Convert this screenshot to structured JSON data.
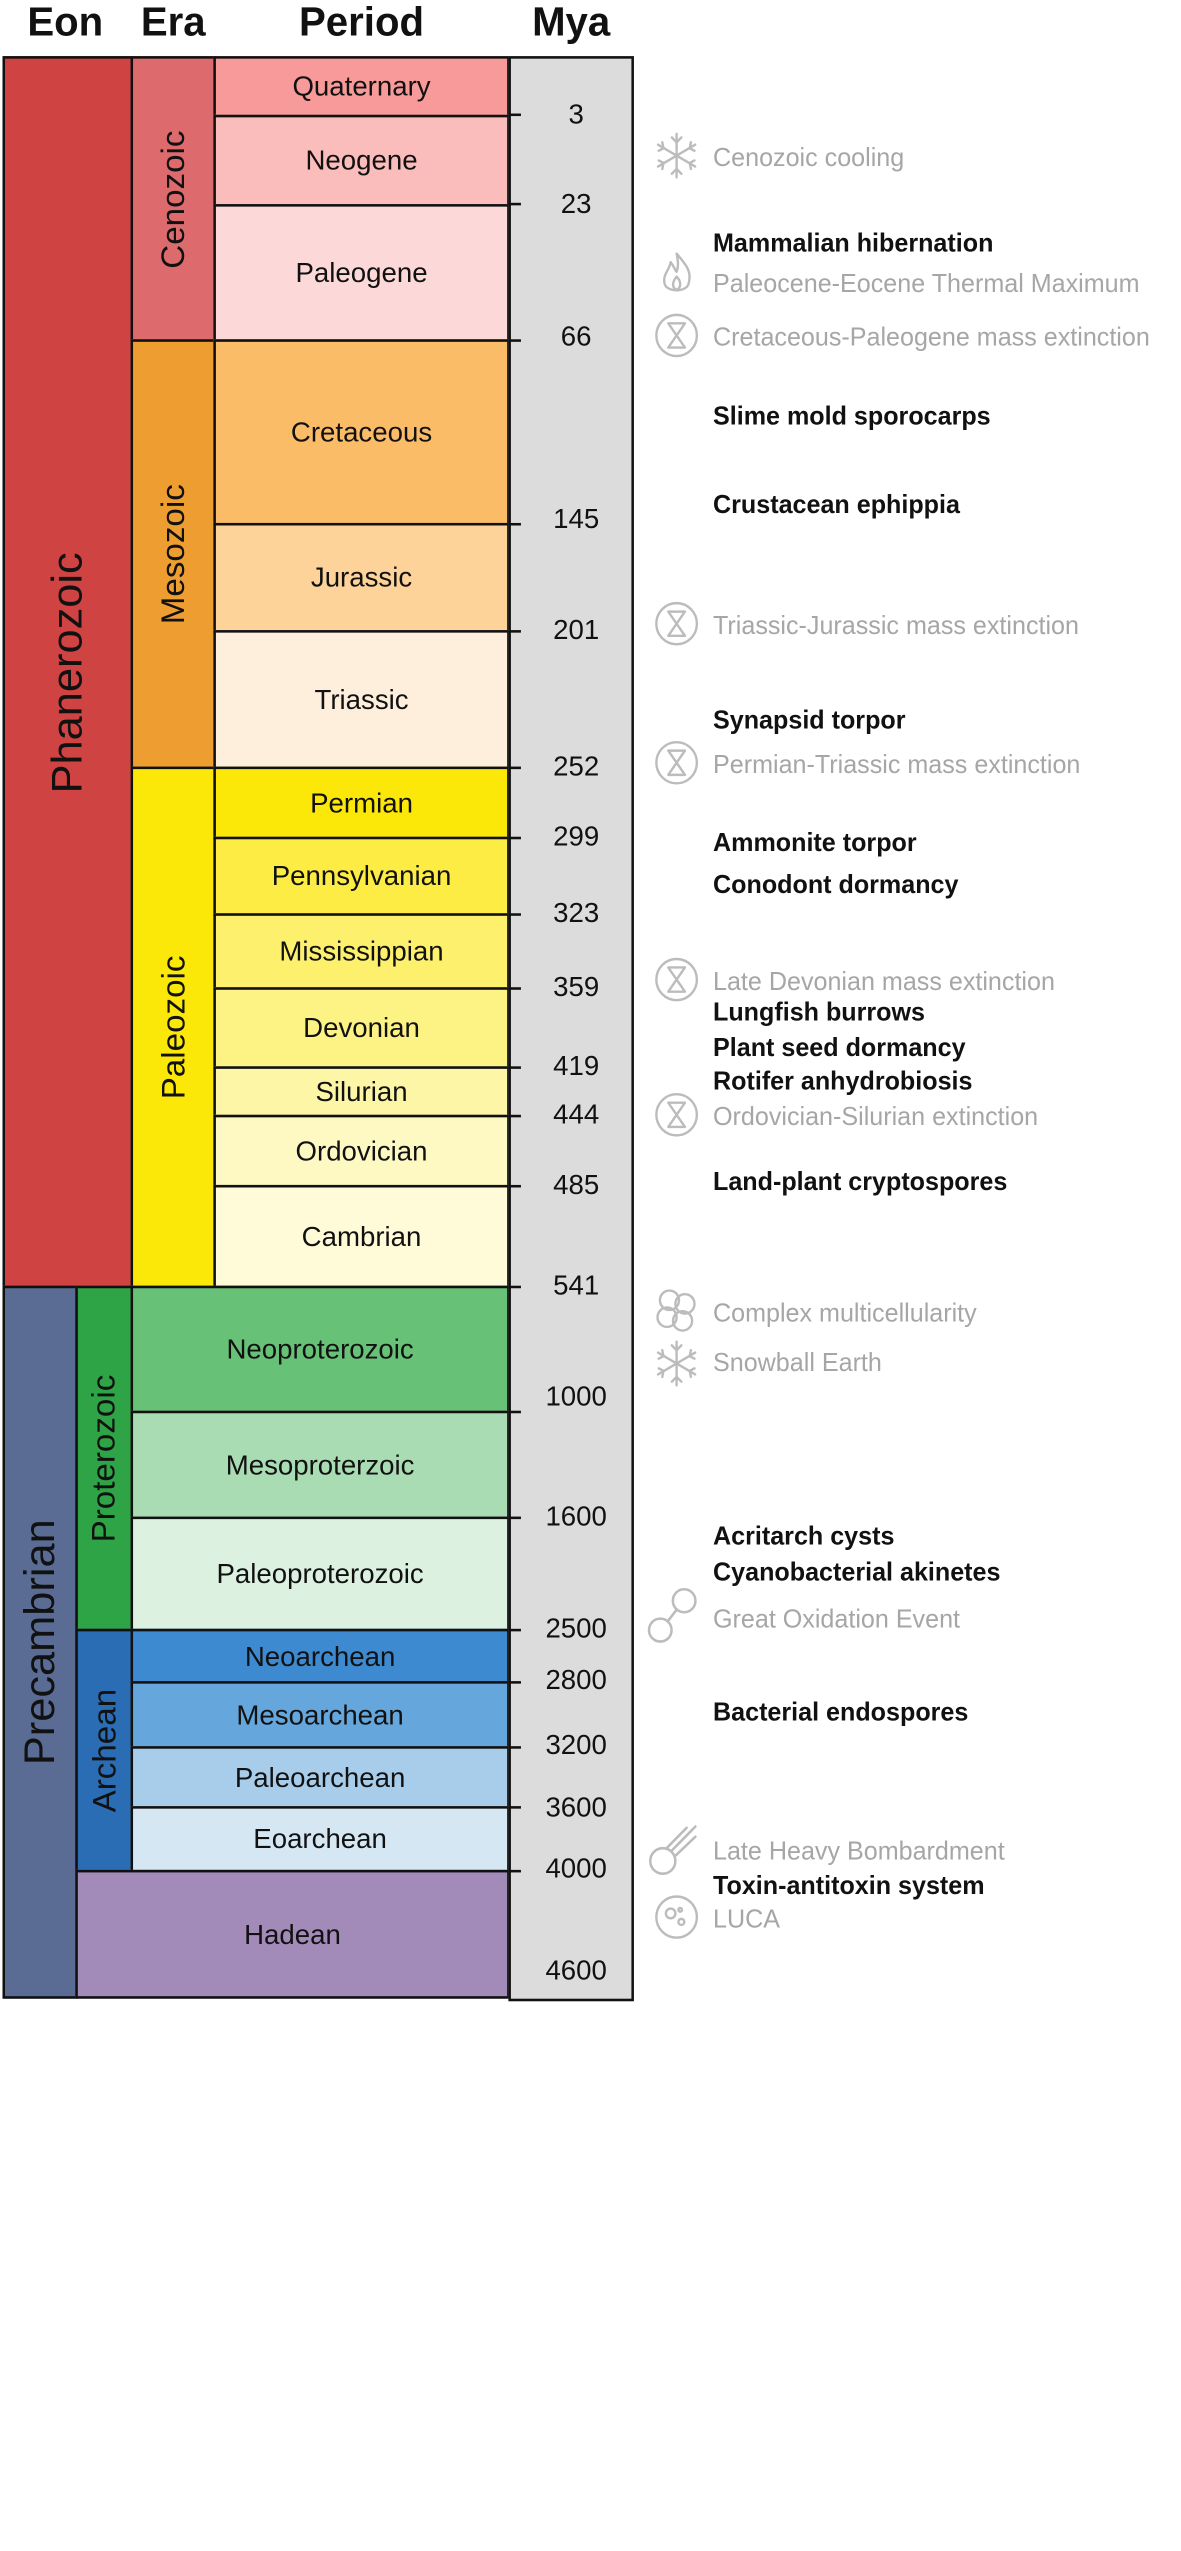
{
  "headers": {
    "eon": "Eon",
    "era": "Era",
    "period": "Period",
    "mya": "Mya"
  },
  "eons": [
    {
      "name": "Phanerozoic",
      "color": "#cf4343"
    },
    {
      "name": "Precambrian",
      "color": "#5a6c94"
    }
  ],
  "eras": [
    {
      "name": "Cenozoic",
      "color": "#dd6b6d"
    },
    {
      "name": "Mesozoic",
      "color": "#ee9d30"
    },
    {
      "name": "Paleozoic",
      "color": "#fbe808"
    },
    {
      "name": "Proterozoic",
      "color": "#2fa446"
    },
    {
      "name": "Archean",
      "color": "#2a6db5"
    }
  ],
  "periods": [
    {
      "name": "Quaternary",
      "color": "#f99a9a"
    },
    {
      "name": "Neogene",
      "color": "#fbbcbc"
    },
    {
      "name": "Paleogene",
      "color": "#fdd8d8"
    },
    {
      "name": "Cretaceous",
      "color": "#fbbc68"
    },
    {
      "name": "Jurassic",
      "color": "#fdd39a"
    },
    {
      "name": "Triassic",
      "color": "#feeedc"
    },
    {
      "name": "Permian",
      "color": "#fbe808"
    },
    {
      "name": "Pennsylvanian",
      "color": "#fcec43"
    },
    {
      "name": "Mississippian",
      "color": "#fcf06c"
    },
    {
      "name": "Devonian",
      "color": "#fdf385"
    },
    {
      "name": "Silurian",
      "color": "#fdf6a6"
    },
    {
      "name": "Ordovician",
      "color": "#fef9c2"
    },
    {
      "name": "Cambrian",
      "color": "#fffbd8"
    },
    {
      "name": "Neoproterozoic",
      "color": "#67c177"
    },
    {
      "name": "Mesoproterzoic",
      "color": "#a9dcb2"
    },
    {
      "name": "Paleoproterozoic",
      "color": "#dcf1e0"
    },
    {
      "name": "Neoarchean",
      "color": "#3d8ad0"
    },
    {
      "name": "Mesoarchean",
      "color": "#65a6dc"
    },
    {
      "name": "Paleoarchean",
      "color": "#a8cdea"
    },
    {
      "name": "Eoarchean",
      "color": "#d6e7f4"
    },
    {
      "name": "Hadean",
      "color": "#a28bb9"
    }
  ],
  "mya_ticks": [
    "3",
    "23",
    "66",
    "145",
    "201",
    "252",
    "299",
    "323",
    "359",
    "419",
    "444",
    "485",
    "541",
    "1000",
    "1600",
    "2500",
    "2800",
    "3200",
    "3600",
    "4000",
    "4600"
  ],
  "events": [
    {
      "text": "Cenozoic cooling",
      "style": "light",
      "icon": "snowflake-icon"
    },
    {
      "text": "Mammalian hibernation",
      "style": "bold",
      "icon": ""
    },
    {
      "text": "Paleocene-Eocene Thermal Maximum",
      "style": "light",
      "icon": "flame-icon"
    },
    {
      "text": "Cretaceous-Paleogene mass extinction",
      "style": "light",
      "icon": "hourglass-icon"
    },
    {
      "text": "Slime mold sporocarps",
      "style": "bold",
      "icon": ""
    },
    {
      "text": "Crustacean ephippia",
      "style": "bold",
      "icon": ""
    },
    {
      "text": "Triassic-Jurassic mass extinction",
      "style": "light",
      "icon": "hourglass-icon"
    },
    {
      "text": "Synapsid torpor",
      "style": "bold",
      "icon": ""
    },
    {
      "text": "Permian-Triassic mass extinction",
      "style": "light",
      "icon": "hourglass-icon"
    },
    {
      "text": "Ammonite torpor",
      "style": "bold",
      "icon": ""
    },
    {
      "text": "Conodont dormancy",
      "style": "bold",
      "icon": ""
    },
    {
      "text": "Late Devonian mass extinction",
      "style": "light",
      "icon": "hourglass-icon"
    },
    {
      "text": "Lungfish burrows",
      "style": "bold",
      "icon": ""
    },
    {
      "text": "Plant seed dormancy",
      "style": "bold",
      "icon": ""
    },
    {
      "text": "Rotifer anhydrobiosis",
      "style": "bold",
      "icon": ""
    },
    {
      "text": "Ordovician-Silurian extinction",
      "style": "light",
      "icon": "hourglass-icon"
    },
    {
      "text": "Land-plant cryptospores",
      "style": "bold",
      "icon": ""
    },
    {
      "text": "Complex multicellularity",
      "style": "light",
      "icon": "cell-cluster-icon"
    },
    {
      "text": "Snowball Earth",
      "style": "light",
      "icon": "snowflake-icon"
    },
    {
      "text": "Acritarch cysts",
      "style": "bold",
      "icon": ""
    },
    {
      "text": "Cyanobacterial akinetes",
      "style": "bold",
      "icon": ""
    },
    {
      "text": "Great Oxidation Event",
      "style": "light",
      "icon": "oxygen-molecule-icon"
    },
    {
      "text": "Bacterial endospores",
      "style": "bold",
      "icon": ""
    },
    {
      "text": "Late Heavy Bombardment",
      "style": "light",
      "icon": "meteor-icon"
    },
    {
      "text": "Toxin-antitoxin system",
      "style": "bold",
      "icon": ""
    },
    {
      "text": "LUCA",
      "style": "light",
      "icon": "cell-icon"
    }
  ]
}
